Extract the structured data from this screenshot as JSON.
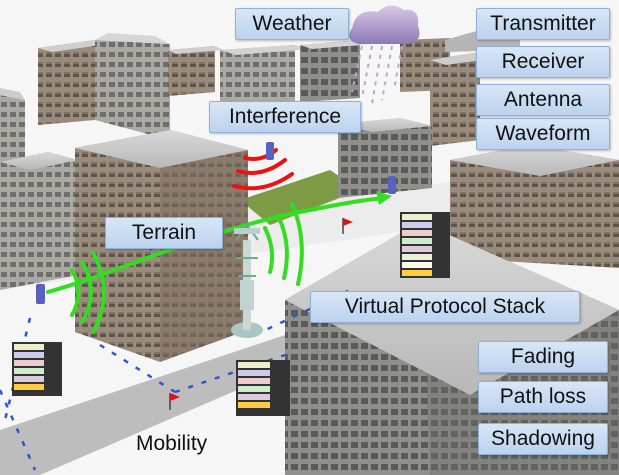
{
  "labels": {
    "weather": "Weather",
    "interference": "Interference",
    "terrain": "Terrain",
    "mobility": "Mobility",
    "virtual_protocol_stack": "Virtual Protocol Stack"
  },
  "radio_components": [
    "Transmitter",
    "Receiver",
    "Antenna",
    "Waveform"
  ],
  "channel_effects": [
    "Fading",
    "Path loss",
    "Shadowing"
  ],
  "colors": {
    "label_fill": "#c6daf1",
    "signal_green": "#33dd22",
    "interference_red": "#ee1111",
    "mobility_path": "#2f55d4"
  }
}
